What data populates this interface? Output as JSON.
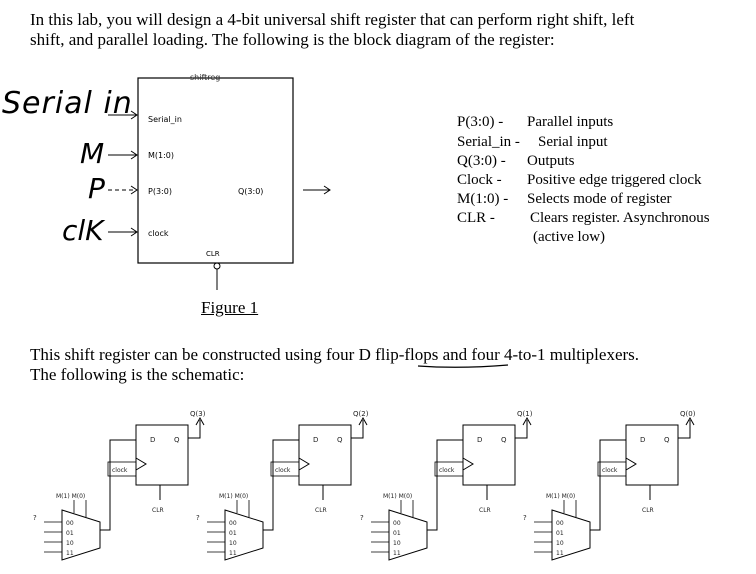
{
  "intro": {
    "line1": "In this lab, you will design a 4-bit universal shift register that can perform right shift, left",
    "line2": "shift, and parallel loading. The following is the block diagram of the register:"
  },
  "block_diagram": {
    "box_title": "shiftreg",
    "inputs": [
      {
        "hand_label": "Serial in",
        "pin": "Serial_in"
      },
      {
        "hand_label": "M",
        "pin": "M(1:0)"
      },
      {
        "hand_label": "P",
        "pin": "P(3:0)"
      },
      {
        "hand_label": "clK",
        "pin": "clock"
      }
    ],
    "output_pin": "Q(3:0)",
    "clr_pin": "CLR"
  },
  "legend": [
    {
      "key": "P(3:0) -",
      "desc": "Parallel inputs"
    },
    {
      "key": "Serial_in -",
      "desc": "Serial input"
    },
    {
      "key": "Q(3:0) -",
      "desc": "Outputs"
    },
    {
      "key": "Clock -",
      "desc": "Positive edge triggered clock"
    },
    {
      "key": "M(1:0) -",
      "desc": "Selects mode of register"
    },
    {
      "key": "CLR -",
      "desc": "Clears register. Asynchronous"
    },
    {
      "key": "",
      "desc": "(active low)"
    }
  ],
  "figure_caption": "Figure 1",
  "schematic_intro": {
    "line1_a": "This shift register can be constructed using four ",
    "line1_u": "D flip-flops",
    "line1_b": " and four 4-to-1 multiplexers.",
    "line2": "The following is the schematic:"
  },
  "schematic": {
    "stages": [
      {
        "q": "Q(3)",
        "sel": "M(1) M(0)",
        "clk": "clock",
        "clr": "CLR"
      },
      {
        "q": "Q(2)",
        "sel": "M(1) M(0)",
        "clk": "clock",
        "clr": "CLR"
      },
      {
        "q": "Q(1)",
        "sel": "M(1) M(0)",
        "clk": "clock",
        "clr": "CLR"
      },
      {
        "q": "Q(0)",
        "sel": "M(1) M(0)",
        "clk": "clock",
        "clr": "CLR"
      }
    ],
    "ff_d": "D",
    "ff_q": "Q",
    "mux_inputs": [
      "00",
      "01",
      "10",
      "11"
    ],
    "unknown": "?"
  }
}
